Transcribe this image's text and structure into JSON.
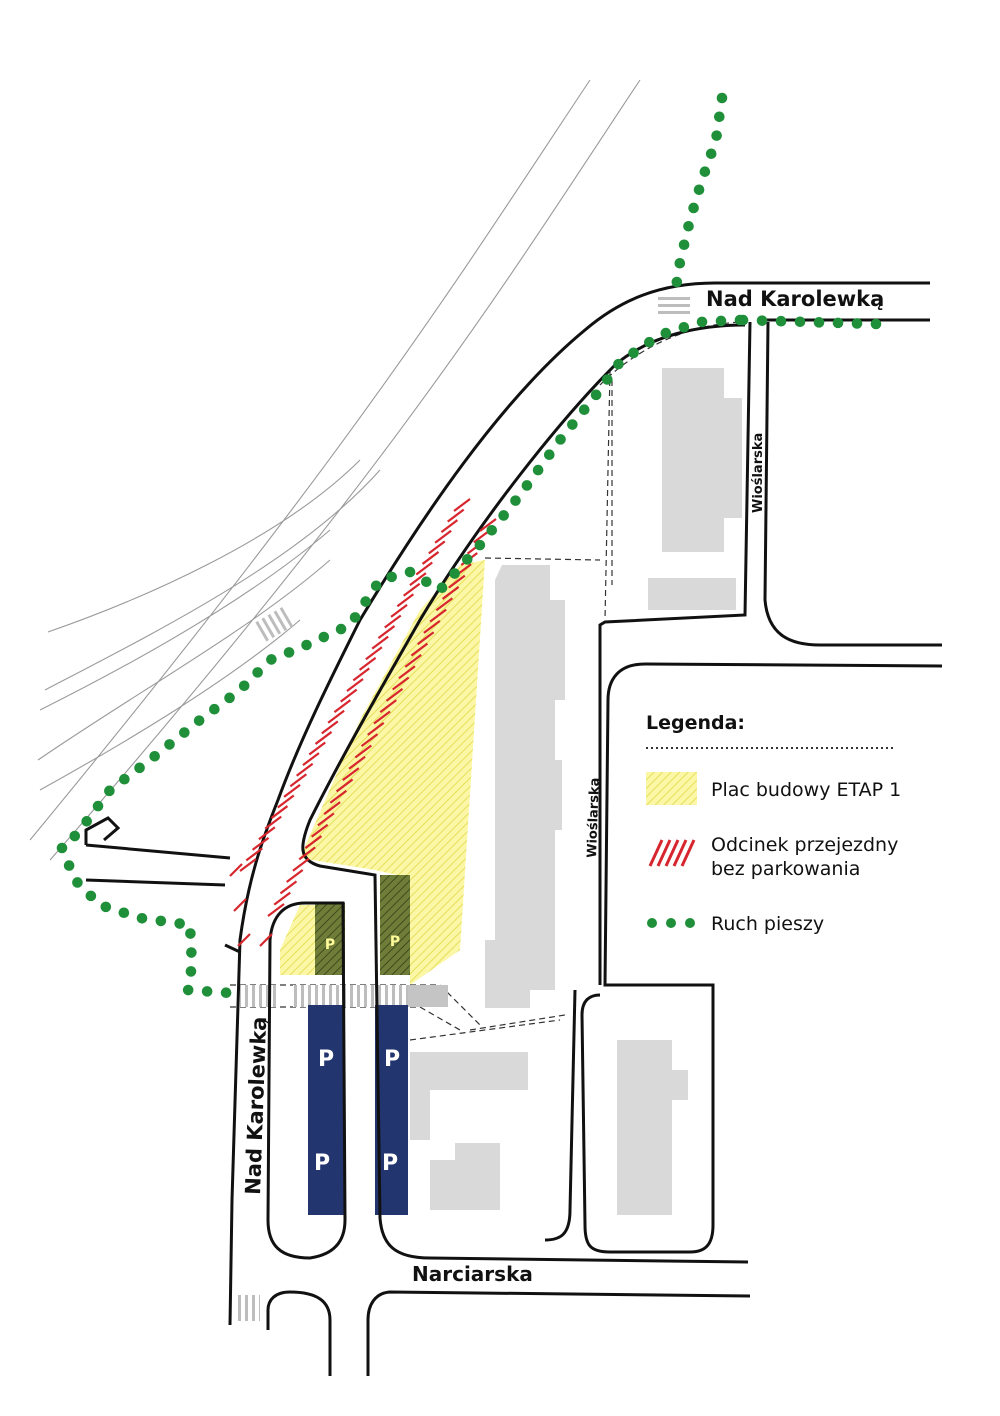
{
  "map": {
    "streets": {
      "nad_karolewka_top": "Nad Karolewką",
      "nad_karolewka_left": "Nad Karolewką",
      "wioslarska_upper": "Wioślarska",
      "wioslarska_lower": "Wioślarska",
      "narciarska": "Narciarska"
    },
    "parking_label": "P",
    "colors": {
      "construction_site": "#f5f08a",
      "no_parking_hatch": "#d7262e",
      "pedestrian_route": "#1f8f3a",
      "parking": "#23356e",
      "buildings": "#d9d9d9",
      "roads": "#111111",
      "rail_tracks": "#9a9a9a"
    }
  },
  "legend": {
    "title": "Legenda:",
    "items": [
      {
        "id": "construction",
        "label": "Plac budowy ETAP 1"
      },
      {
        "id": "no-parking",
        "label_line1": "Odcinek przejezdny",
        "label_line2": "bez parkowania"
      },
      {
        "id": "pedestrian",
        "label": "Ruch pieszy"
      }
    ]
  }
}
